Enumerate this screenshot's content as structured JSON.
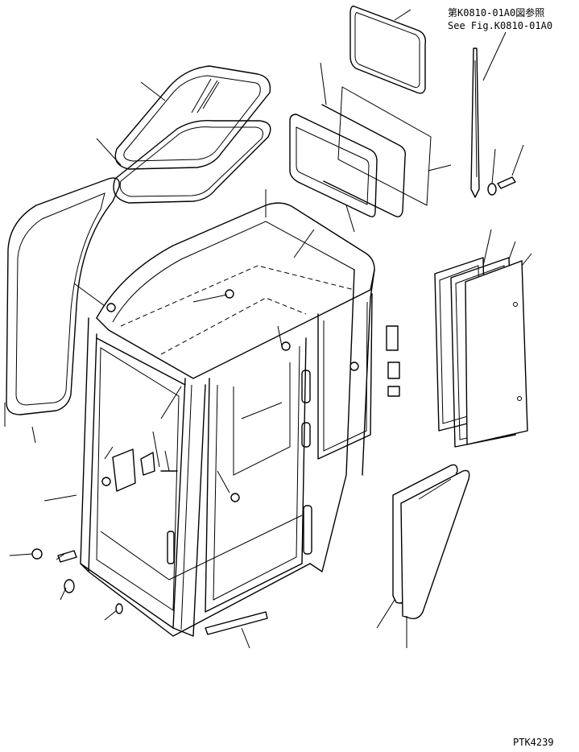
{
  "diagram": {
    "reference_note_jp": "第K0810-01A0図参照",
    "reference_note_en": "See Fig.K0810-01A0",
    "drawing_code": "PTK4239"
  }
}
